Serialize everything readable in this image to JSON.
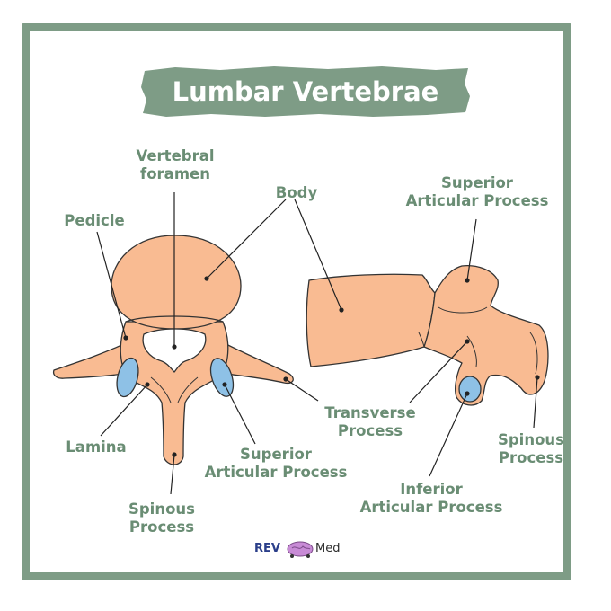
{
  "title": "Lumbar Vertebrae",
  "colors": {
    "frame": "#7e9c86",
    "label": "#6a8d74",
    "bone": "#f9bb92",
    "articular_facet": "#8ec1e6",
    "outline": "#333333"
  },
  "labels": {
    "vertebral_foramen": [
      "Vertebral",
      "foramen"
    ],
    "body_left": "Body",
    "pedicle": "Pedicle",
    "lamina": "Lamina",
    "superior_articular_left": [
      "Superior",
      "Articular Process"
    ],
    "spinous_left": [
      "Spinous",
      "Process"
    ],
    "superior_articular_right": [
      "Superior",
      "Articular Process"
    ],
    "transverse_process": [
      "Transverse",
      "Process"
    ],
    "inferior_articular": [
      "Inferior",
      "Articular Process"
    ],
    "spinous_right": [
      "Spinous",
      "Process"
    ]
  },
  "logo": {
    "left_text": "REV",
    "right_text": "Med",
    "icon": "brain-icon"
  }
}
